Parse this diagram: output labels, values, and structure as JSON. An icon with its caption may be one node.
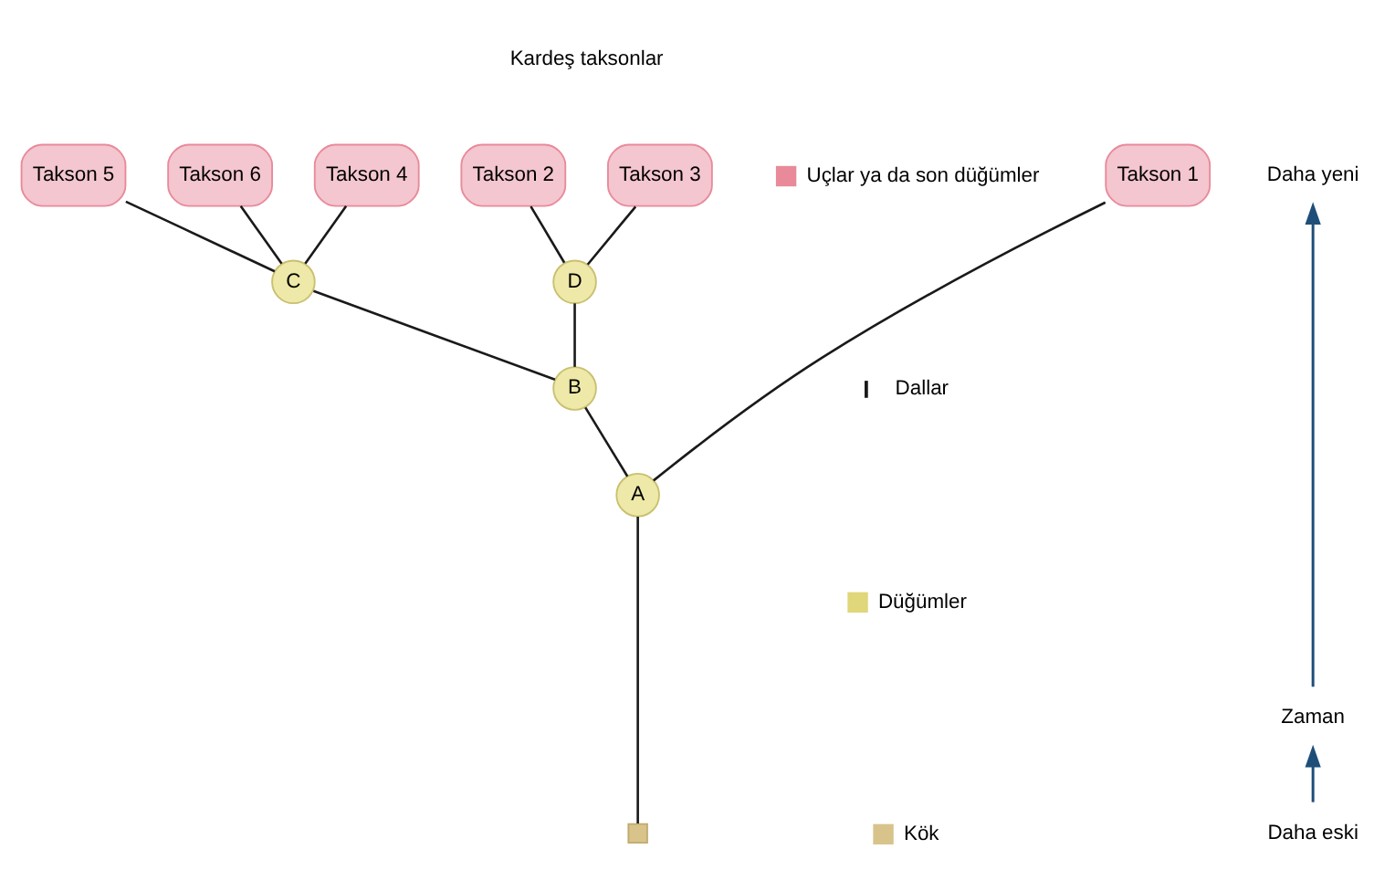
{
  "diagram": {
    "nodes": [
      {
        "text": [
          "Takson 1"
        ]
      },
      {
        "text": [
          "Takson 2"
        ]
      },
      {
        "text": [
          "Takson 3"
        ]
      },
      {
        "text": [
          "Takson 4"
        ]
      },
      {
        "text": [
          "Takson 5"
        ]
      },
      {
        "text": [
          "Takson 6"
        ]
      },
      {
        "text": [
          "D"
        ]
      },
      {
        "text": [
          "C"
        ]
      },
      {
        "text": [
          "B"
        ]
      },
      {
        "text": [
          "A"
        ]
      },
      {
        "text": [],
        "shape": "box"
      }
    ],
    "edges": [
      {
        "from": 6,
        "to": 1,
        "arrow": "none"
      },
      {
        "from": 6,
        "to": 2,
        "arrow": "none"
      },
      {
        "from": 7,
        "to": 3,
        "arrow": "none"
      },
      {
        "from": 7,
        "to": 4,
        "arrow": "none"
      },
      {
        "from": 7,
        "to": 5,
        "arrow": "none"
      },
      {
        "from": 8,
        "to": 6,
        "arrow": "none"
      },
      {
        "from": 8,
        "to": 7,
        "arrow": "none"
      },
      {
        "from": 9,
        "to": 0,
        "arrow": "none"
      },
      {
        "from": 9,
        "to": 8,
        "arrow": "none"
      },
      {
        "from": 10,
        "to": 9,
        "arrow": "none"
      }
    ],
    "labels": [
      "Kardeş taksonlar",
      "Daha yeni",
      "Zaman",
      "Daha eski"
    ],
    "legend": [
      {
        "text": "Uçlar ya da son düğümler",
        "color": "#e88a9a"
      },
      {
        "text": "Dallar"
      },
      {
        "text": "Düğümler",
        "color": "#e0d67a"
      },
      {
        "text": "Kök",
        "color": "#d8c48a"
      }
    ]
  }
}
